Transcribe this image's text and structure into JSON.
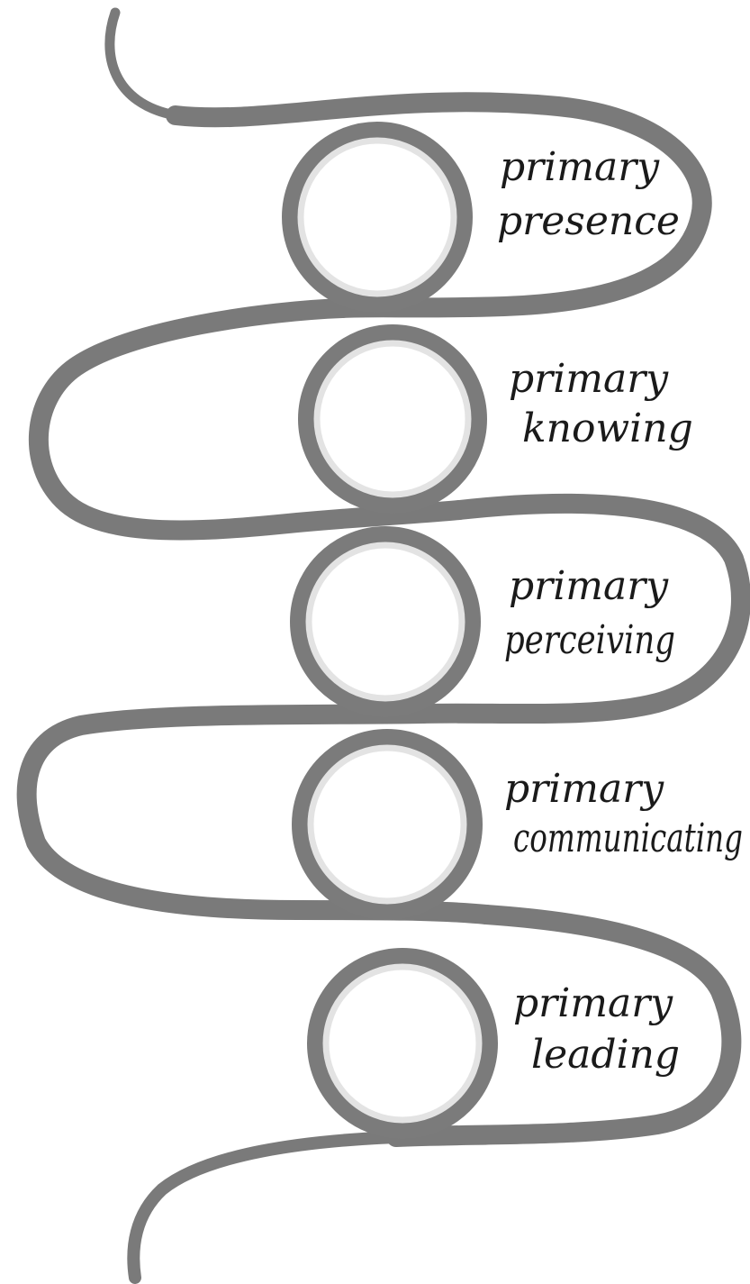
{
  "diagram": {
    "colors": {
      "ribbon": "#7a7a7a",
      "ring": "#7b7b7b",
      "ring_highlight": "#e3e3e3",
      "text": "#1a1a1a",
      "background": "#ffffff"
    },
    "stages": [
      {
        "line1": "primary",
        "line2": "presence"
      },
      {
        "line1": "primary",
        "line2": "knowing"
      },
      {
        "line1": "primary",
        "line2": "perceiving"
      },
      {
        "line1": "primary",
        "line2": "communicating"
      },
      {
        "line1": "primary",
        "line2": "leading"
      }
    ]
  }
}
